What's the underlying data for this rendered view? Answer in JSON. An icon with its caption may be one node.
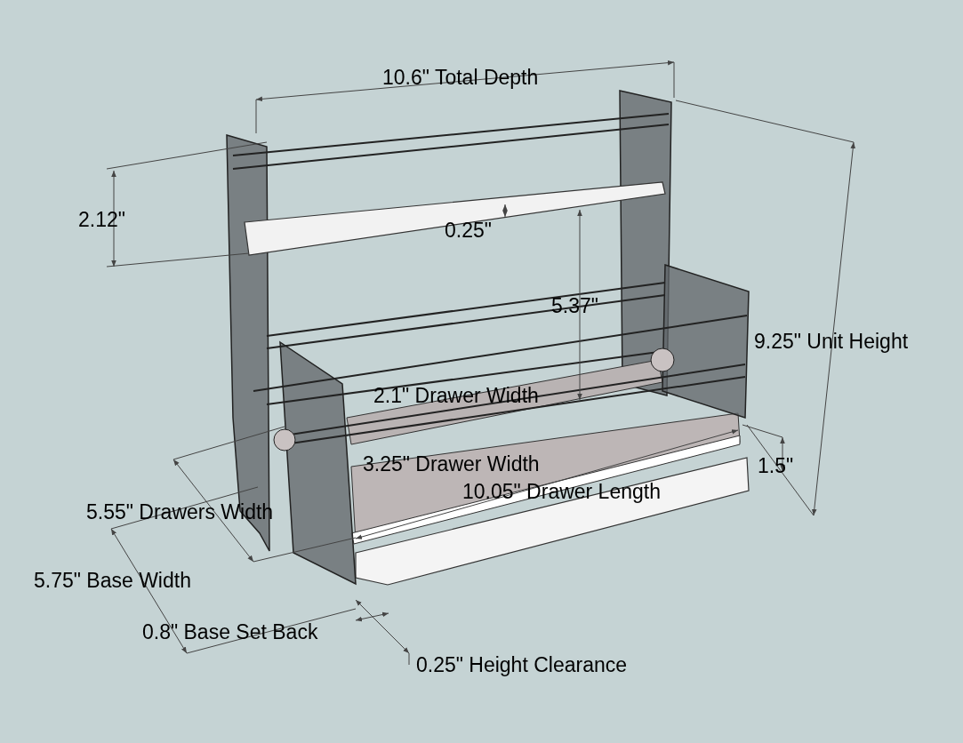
{
  "diagram": {
    "labels": [
      "10.6\" Total Depth",
      "2.12\"",
      "0.25\"",
      "5.37\"",
      "9.25\" Unit Height",
      "2.1\" Drawer Width",
      "3.25\" Drawer Width",
      "1.5\"",
      "10.05\" Drawer Length",
      "5.55\" Drawers Width",
      "5.75\" Base Width",
      "0.8\" Base Set Back",
      "0.25\" Height Clearance"
    ]
  }
}
